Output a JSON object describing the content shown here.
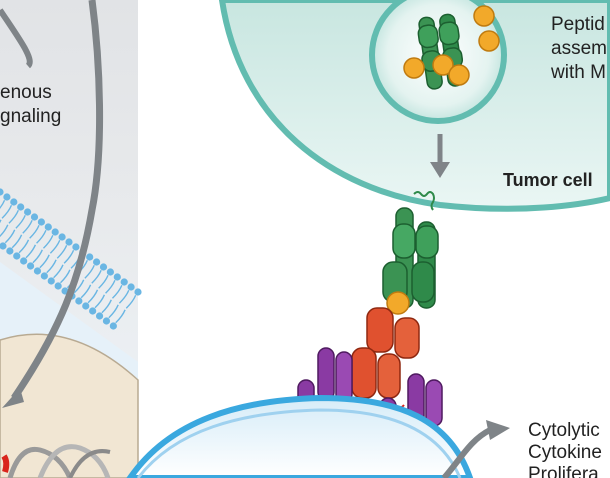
{
  "labels": {
    "signaling_line1": "enous",
    "signaling_line2": "gnaling",
    "peptide_line1": "Peptid",
    "peptide_line2": "assem",
    "peptide_line3": "with M",
    "tumor_cell": "Tumor cell",
    "response_line1": "Cytolytic",
    "response_line2": "Cytokine",
    "response_line3": "Prolifera"
  },
  "colors": {
    "left_panel_bg": "#e3e5e7",
    "arrow_gray": "#7f8488",
    "membrane_blue": "#6ab6e3",
    "tumor_cell_fill": "#cfe7e3",
    "tumor_cell_border": "#62bcb0",
    "mhc_green": "#2f8a4a",
    "peptide_orange": "#f2a92a",
    "tcr_red": "#e0512f",
    "cd3_purple": "#8a3aa3",
    "t_cell_border": "#3aa8df",
    "nucleus_fill": "#f1e6d3",
    "dna_red": "#d9251c"
  }
}
